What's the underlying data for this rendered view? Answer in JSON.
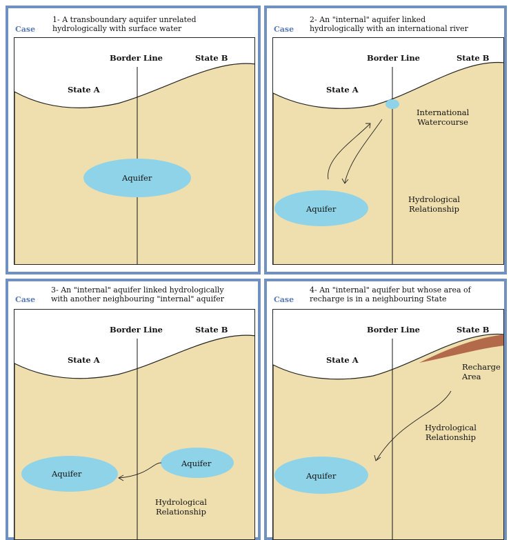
{
  "colors": {
    "frame": "#7090c0",
    "land": "#f0dfae",
    "aquifer": "#8fd3e8",
    "recharge": "#b26a4a",
    "case_label": "#5b7bb5"
  },
  "panels": [
    {
      "case_label": "Case",
      "title_line1": "1- A transboundary aquifer unrelated",
      "title_line2": "hydrologically with surface water",
      "border_line": "Border Line",
      "state_a": "State A",
      "state_b": "State B",
      "aquifer": "Aquifer"
    },
    {
      "case_label": "Case",
      "title_line1": "2- An \"internal\" aquifer linked",
      "title_line2": "hydrologically with an international river",
      "border_line": "Border Line",
      "state_a": "State A",
      "state_b": "State B",
      "aquifer": "Aquifer",
      "watercourse_line1": "International",
      "watercourse_line2": "Watercourse",
      "relationship_line1": "Hydrological",
      "relationship_line2": "Relationship"
    },
    {
      "case_label": "Case",
      "title_line1": "3- An \"internal\" aquifer linked hydrologically",
      "title_line2": "with another neighbouring \"internal\" aquifer",
      "border_line": "Border Line",
      "state_a": "State A",
      "state_b": "State B",
      "aquifer_a": "Aquifer",
      "aquifer_b": "Aquifer",
      "relationship_line1": "Hydrological",
      "relationship_line2": "Relationship"
    },
    {
      "case_label": "Case",
      "title_line1": "4- An \"internal\" aquifer but whose area of",
      "title_line2": "recharge is in a neighbouring State",
      "border_line": "Border Line",
      "state_a": "State A",
      "state_b": "State B",
      "aquifer": "Aquifer",
      "recharge_line1": "Recharge",
      "recharge_line2": "Area",
      "relationship_line1": "Hydrological",
      "relationship_line2": "Relationship"
    }
  ]
}
